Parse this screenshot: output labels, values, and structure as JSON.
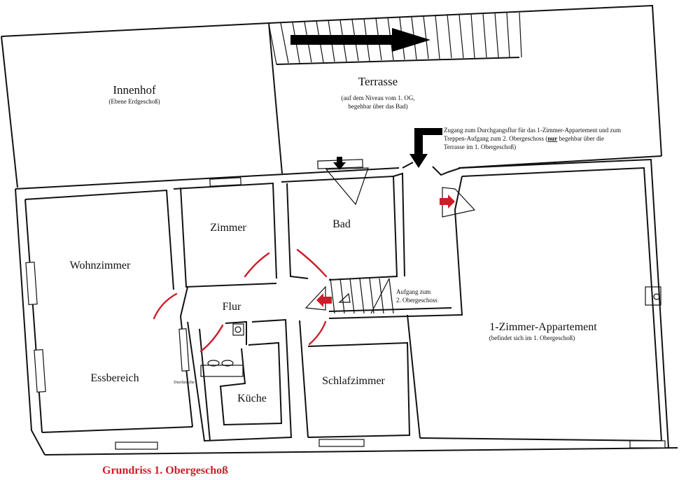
{
  "rooms": {
    "innenhof": "Innenhof",
    "innenhof_sub": "(Ebene Erdgeschoß)",
    "terrasse": "Terrasse",
    "terrasse_sub_1": "(auf dem Niveau vom 1. OG,",
    "terrasse_sub_2": "begehbar über das Bad)",
    "zimmer": "Zimmer",
    "bad": "Bad",
    "wohnzimmer": "Wohnzimmer",
    "flur": "Flur",
    "essbereich": "Essbereich",
    "kueche": "Küche",
    "schlafzimmer": "Schlafzimmer",
    "appartement": "1-Zimmer-Appartement",
    "appartement_sub": "(befindet sich im 1. Obergeschoß)"
  },
  "notes": {
    "zugang_1": "Zugang zum Durchgangsflur für das 1-Zimmer-Appartement und zum",
    "zugang_2_pre": "Treppen-Aufgang zum 2. Obergeschoss (",
    "zugang_2_bold": "nur",
    "zugang_2_post": " begehbar über die",
    "zugang_3": "Terrasse im 1. Obergeschoß)",
    "aufgang_1": "Aufgang zum",
    "aufgang_2": "2. Obergeschoss",
    "durchreiche": "Durchreiche"
  },
  "title": "Grundriss 1. Obergeschoß",
  "colors": {
    "title": "#cc1e2a",
    "door_arcs": "#cc1e2a",
    "red_arrows": "#cc1e2a",
    "lines": "#111111"
  }
}
